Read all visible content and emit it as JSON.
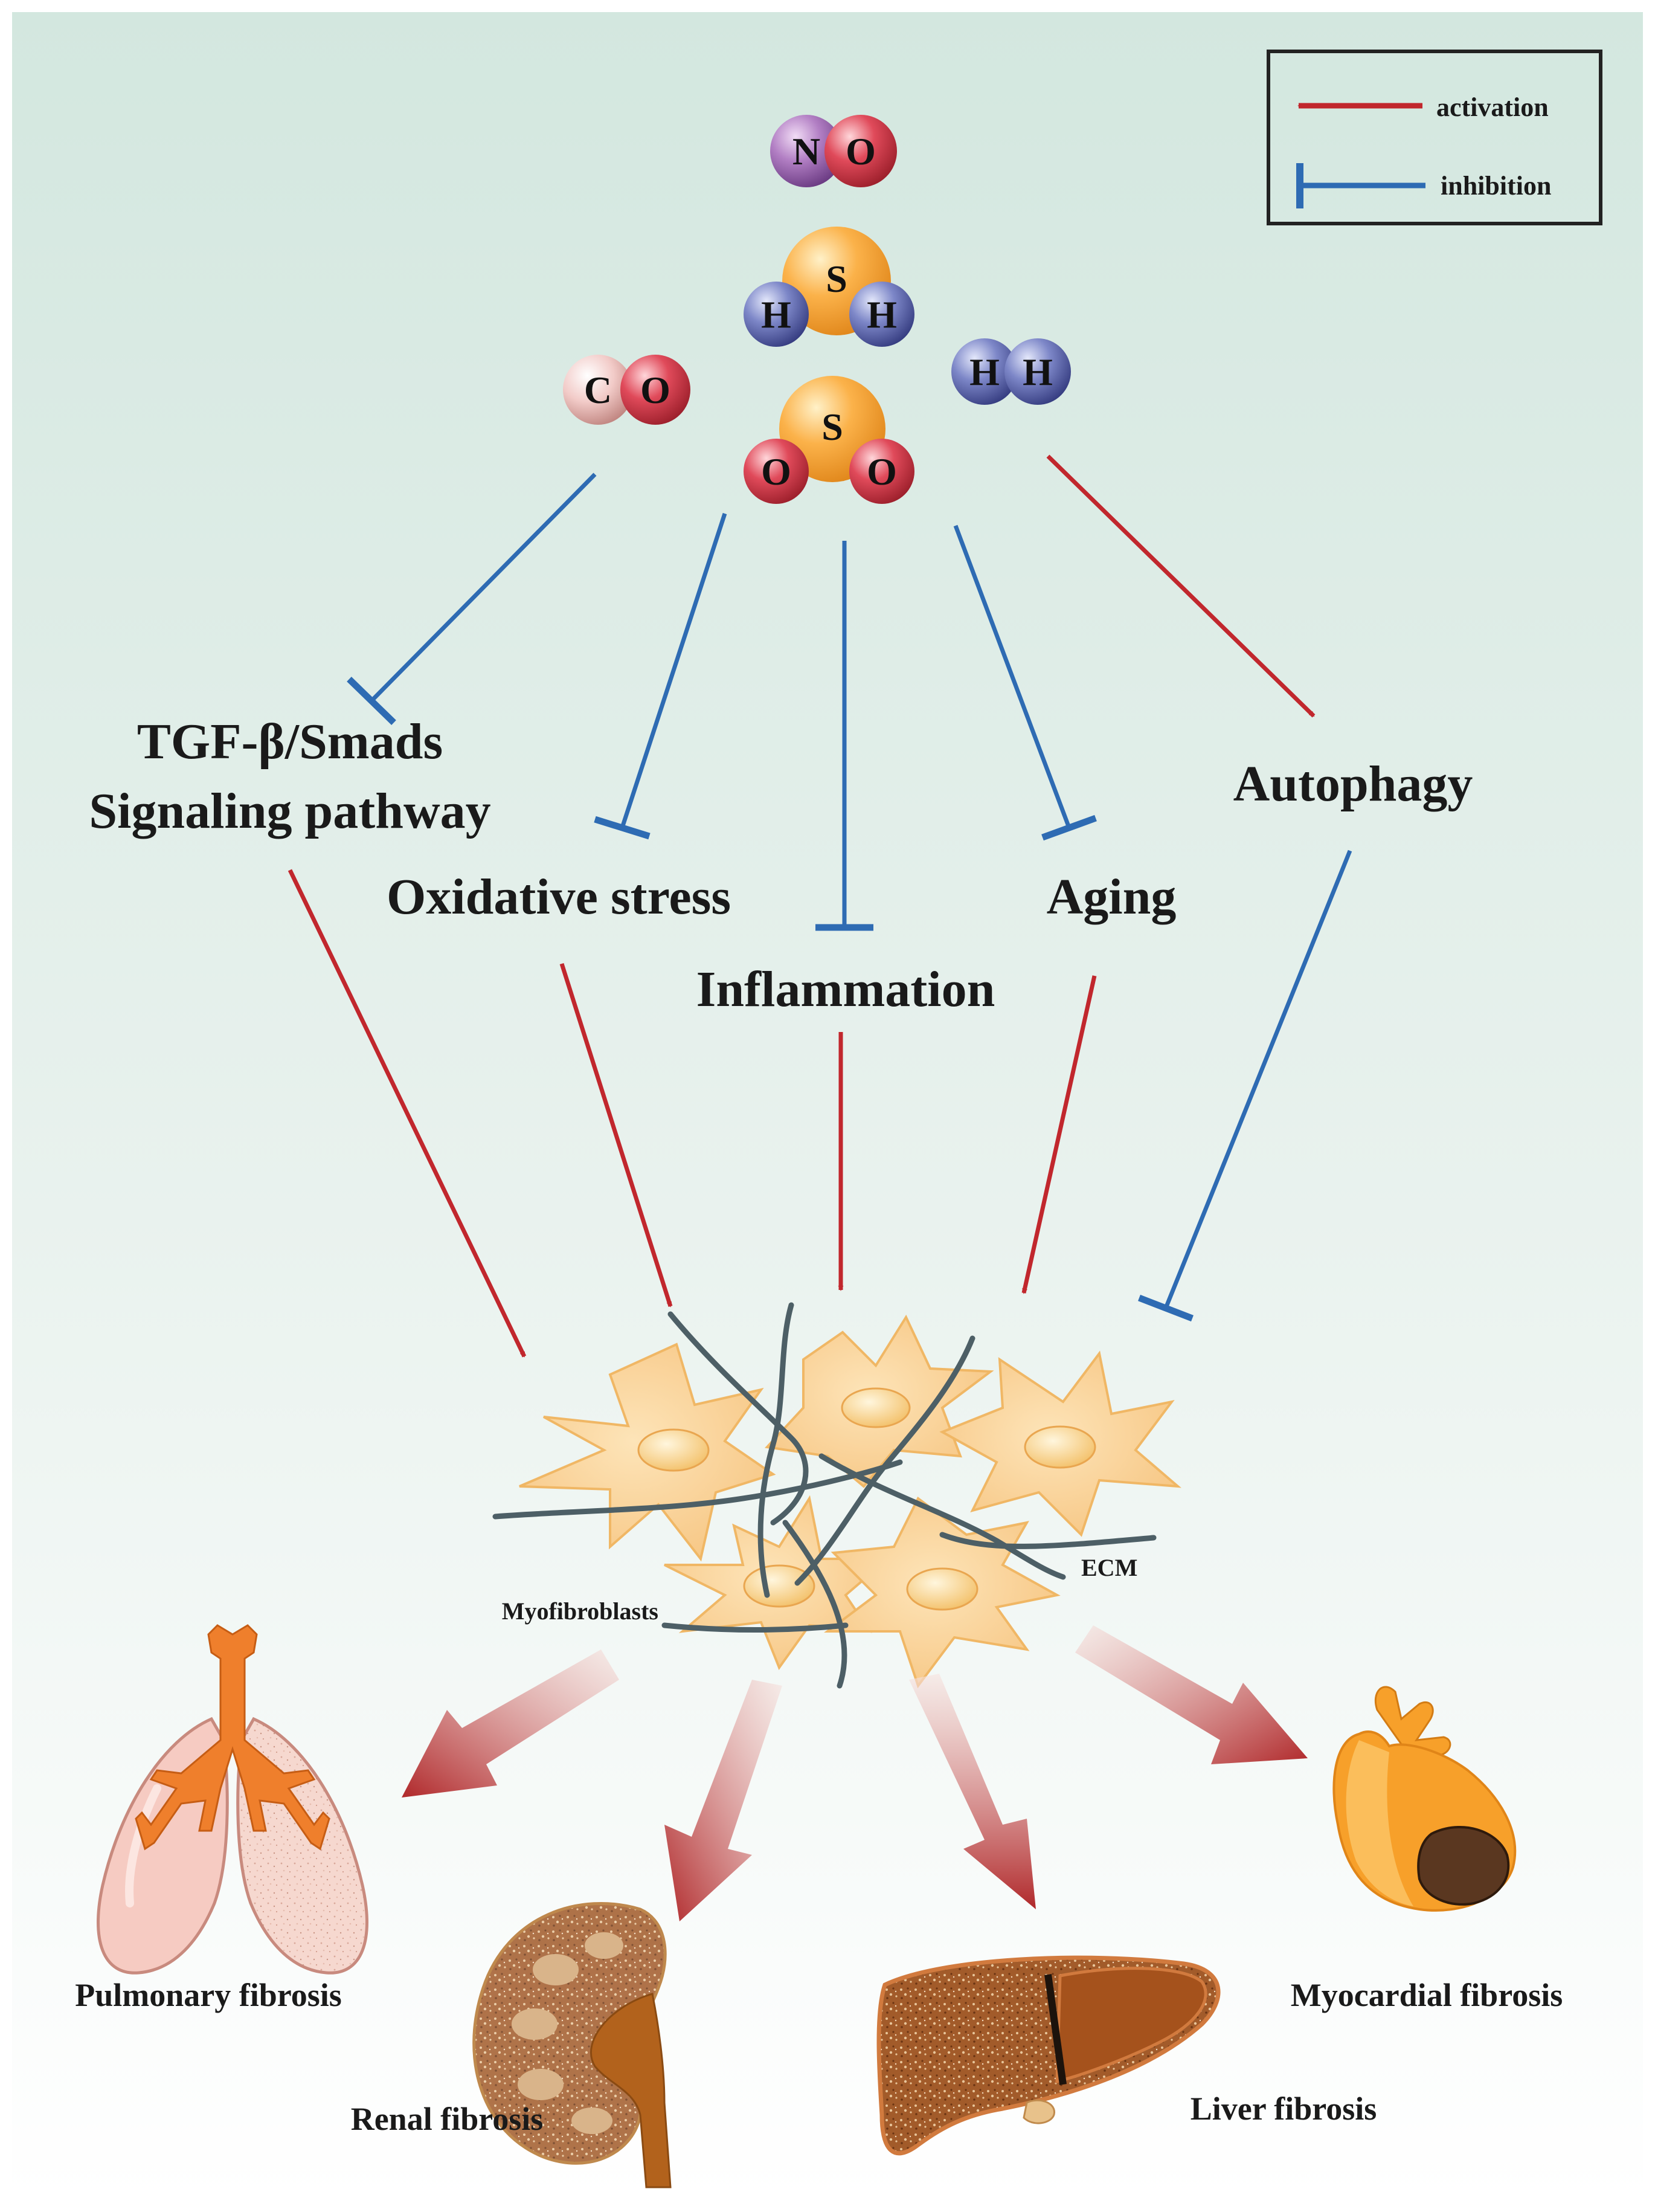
{
  "colors": {
    "activation": "#c1272d",
    "inhibition": "#2e6bb3",
    "background_top": "#d3e7df",
    "background_bottom": "#ffffff"
  },
  "legend": {
    "activation": "activation",
    "inhibition": "inhibition"
  },
  "molecules": {
    "no": {
      "atoms": [
        "N",
        "O"
      ]
    },
    "h2s": {
      "atoms": [
        "H",
        "S",
        "H"
      ]
    },
    "co": {
      "atoms": [
        "C",
        "O"
      ]
    },
    "h2": {
      "atoms": [
        "H",
        "H"
      ]
    },
    "so2": {
      "atoms": [
        "O",
        "S",
        "O"
      ]
    }
  },
  "pathways": {
    "tgf_line1": "TGF-β/Smads",
    "tgf_line2": "Signaling pathway",
    "oxidative_stress": "Oxidative stress",
    "inflammation": "Inflammation",
    "aging": "Aging",
    "autophagy": "Autophagy"
  },
  "center": {
    "myofibroblasts": "Myofibroblasts",
    "ecm": "ECM"
  },
  "organs": {
    "pulmonary": "Pulmonary fibrosis",
    "renal": "Renal fibrosis",
    "liver": "Liver fibrosis",
    "myocardial": "Myocardial fibrosis"
  }
}
